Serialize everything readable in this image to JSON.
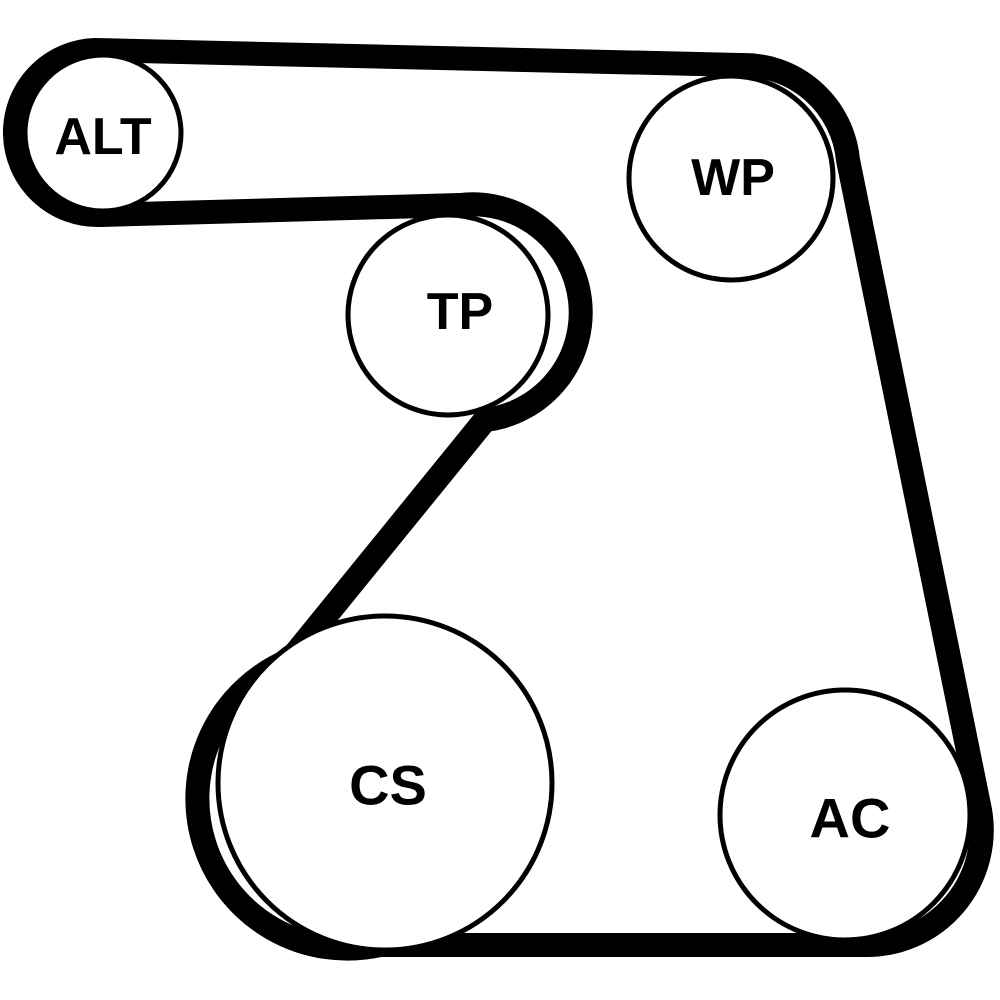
{
  "diagram": {
    "type": "serpentine-belt-routing",
    "colors": {
      "belt": "#000000",
      "pulley_stroke": "#000000",
      "pulley_fill": "#ffffff",
      "label": "#000000",
      "background": "#ffffff"
    },
    "pulleys": {
      "alt": {
        "label": "ALT"
      },
      "wp": {
        "label": "WP"
      },
      "tp": {
        "label": "TP"
      },
      "cs": {
        "label": "CS"
      },
      "ac": {
        "label": "AC"
      }
    }
  }
}
